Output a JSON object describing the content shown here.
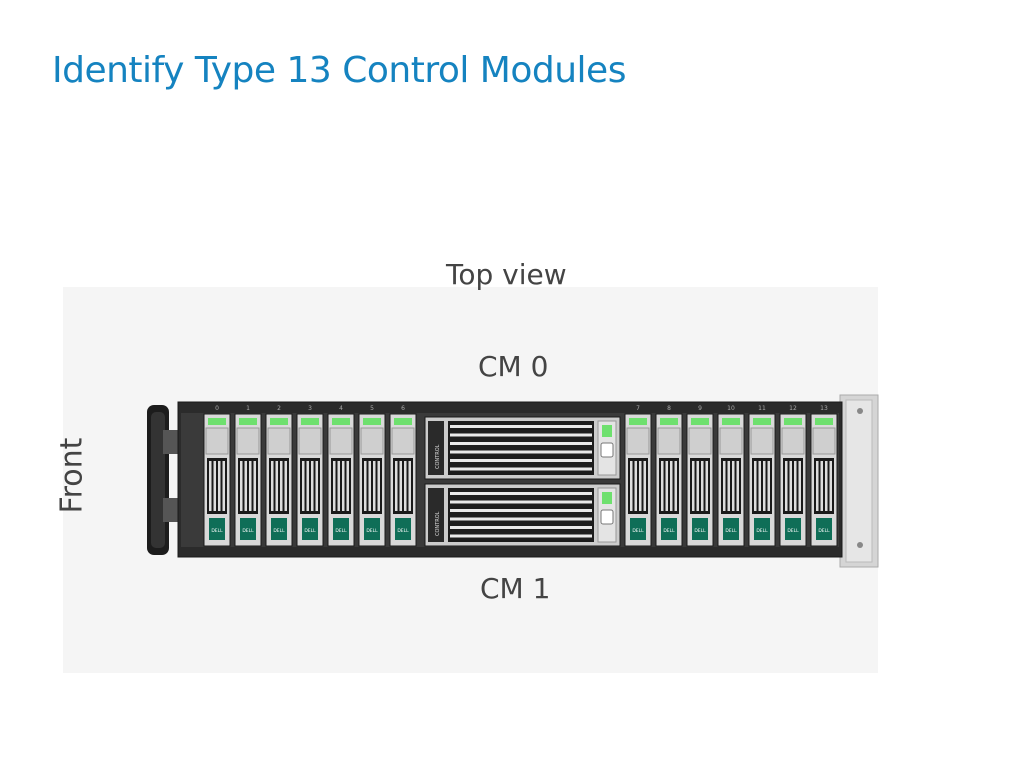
{
  "slide": {
    "title": "Identify Type 13 Control Modules"
  },
  "diagram": {
    "view_label": "Top view",
    "front_label": "Front",
    "cm0_label": "CM 0",
    "cm1_label": "CM 1",
    "left_drive_bays": [
      "0",
      "1",
      "2",
      "3",
      "4",
      "5",
      "6"
    ],
    "right_drive_bays": [
      "7",
      "8",
      "9",
      "10",
      "11",
      "12",
      "13"
    ],
    "drive_label": "DELL",
    "control_module_label": "CONTROL",
    "colors": {
      "title": "#1583c0",
      "label": "#444444",
      "panel": "#f5f5f5",
      "chassis": "#2b2b2b",
      "led": "#6ee06e",
      "drive_tag": "#0f6e57"
    }
  }
}
